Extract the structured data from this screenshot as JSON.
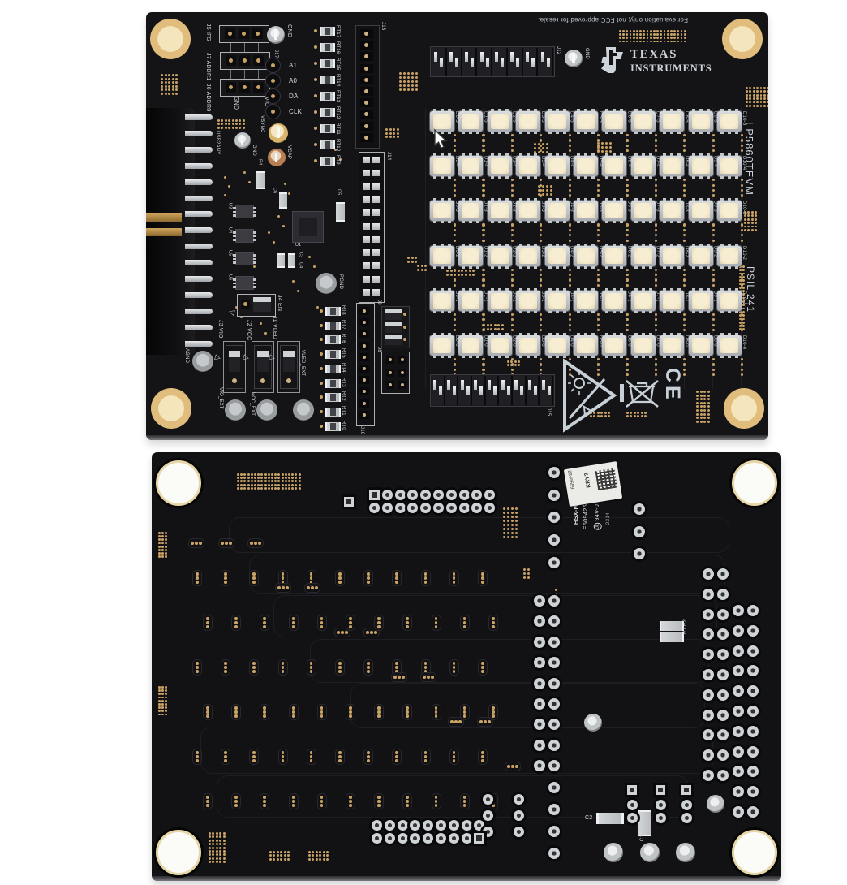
{
  "front_board": {
    "notice": "For evaluation only; not FCC approved for resale.",
    "brand": {
      "line1": "TEXAS",
      "line2": "INSTRUMENTS"
    },
    "side_model": "LP5860TEVM",
    "side_code": "PSIL 241",
    "ce_mark": "CE",
    "usb_label": "USB2ANY",
    "jumpers": {
      "j1": "J1",
      "j1_name": "VLED",
      "j2": "J2",
      "j2_name": "VCC",
      "j3": "J3",
      "j3_name": "VIO",
      "j4": "J4",
      "j4_name": "EN",
      "j5": "J5",
      "j5_name": "IFS",
      "j6": "J6",
      "j6_name": "ADDR0",
      "j7": "J7",
      "j7_name": "ADDR1",
      "j8": "J8",
      "j9": "J9",
      "j12": "J12",
      "j13": "J13",
      "j14": "J14",
      "j15": "J15",
      "j16": "J16",
      "j17": "J17"
    },
    "pin_labels": {
      "a1": "A1",
      "a0": "A0",
      "da": "DA",
      "clk": "CLK",
      "gnd": "GND",
      "vio": "VIO"
    },
    "test_points": {
      "gnd_top": "GND",
      "gnd_mid": "GND",
      "gnd_right": "GND",
      "vsync": "VSYNC",
      "vcap": "VCAP",
      "pgnd": "PGND",
      "agnd": "AGND",
      "vio_ext": "VIO_EXT",
      "vcc_ext": "VCC_EXT",
      "vled_ext": "VLED_EXT"
    },
    "parts": {
      "r4": "R4",
      "c5": "C5",
      "c6": "C6",
      "c3": "C3",
      "c4": "C4",
      "u1": "U1",
      "u3": "U3",
      "u4": "U4",
      "u5": "U5",
      "u6": "U6"
    },
    "resistors_top": [
      "RT17",
      "RT16",
      "RT15",
      "RT14",
      "RT13",
      "RT12",
      "RT11",
      "RT10",
      "RT9"
    ],
    "resistors_bottom": [
      "RT8",
      "RT7",
      "RT6",
      "RT5",
      "RT4",
      "RT3",
      "RT2",
      "RT1",
      "RT0"
    ],
    "led_columns": [
      "D0",
      "D1",
      "D2",
      "D3",
      "D4",
      "D5",
      "D6",
      "D7",
      "D8",
      "D9",
      "D10"
    ],
    "led_rows": [
      "5",
      "4",
      "3",
      "2",
      "1",
      "0"
    ]
  },
  "back_board": {
    "sticker": {
      "serial": "2346659",
      "code": "KRY?"
    },
    "silkscreen": {
      "line1": "HSX-M",
      "line2": "E509426",
      "ul": "UL",
      "line3": "94V-0",
      "line4": "2314"
    },
    "parts": {
      "r1": "R1",
      "r2": "R2",
      "c1": "C1",
      "c2": "C2"
    }
  },
  "colors": {
    "board": "#141417",
    "silk": "#d6dbdf",
    "gold": "#c9a264",
    "silver": "#cfd3d6",
    "led_body": "#f2e6c6"
  }
}
